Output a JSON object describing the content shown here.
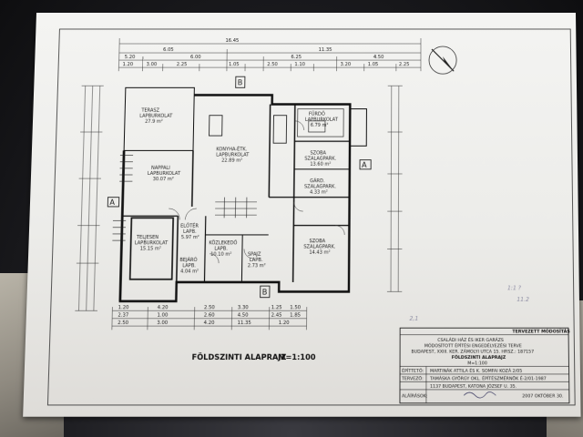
{
  "drawing": {
    "title": "FÖLDSZINTI ALAPRAJZ",
    "scale": "M=1:100",
    "section_marks": [
      "A",
      "A",
      "B",
      "B"
    ],
    "dimensions_top": {
      "overall": "16.45",
      "row_1": [
        "6.05",
        "11.35"
      ],
      "row_2": [
        "5.20",
        "6.00",
        "6.25",
        "4.50"
      ],
      "row_3": [
        "1.20",
        "3.00",
        "2.25",
        "1.05",
        "2.50",
        "1.10",
        "3.20",
        "1.05",
        "2.25"
      ]
    },
    "dimensions_bottom": {
      "row_1": [
        "1.20",
        "4.20",
        "2.50",
        "3.30",
        "1.25",
        "1.50"
      ],
      "row_2": [
        "2.37",
        "1.00",
        "2.60",
        "4.50",
        "2.45",
        "1.85"
      ],
      "row_3": [
        "2.50",
        "3.00",
        "4.20",
        "11.35",
        "1.20"
      ]
    },
    "rooms": [
      {
        "name": "TERASZ",
        "detail": "LAPBURKOLAT",
        "area": "27.9 m²"
      },
      {
        "name": "NAPPALI",
        "detail": "LAPBURKOLAT",
        "area": "30.07 m²"
      },
      {
        "name": "KONYHA-ÉTK.",
        "detail": "LAPBURKOLAT",
        "area": "22.89 m²"
      },
      {
        "name": "FÜRDŐ",
        "detail": "LAPBURKOLAT",
        "area": "6.79 m²"
      },
      {
        "name": "SZOBA",
        "detail": "SZALAGPARK.",
        "area": "13.60 m²"
      },
      {
        "name": "GÁRD.",
        "detail": "SZALAGPARK.",
        "area": "4.33 m²"
      },
      {
        "name": "SZOBA",
        "detail": "SZALAGPARK.",
        "area": "14.43 m²"
      },
      {
        "name": "TELJESEN",
        "detail": "LAPBURKOLAT",
        "area": "15.15 m²"
      },
      {
        "name": "BEJÁRÓ",
        "detail": "LAPB.",
        "area": "4.04 m²"
      },
      {
        "name": "ELŐTÉR",
        "detail": "LAPB.",
        "area": "5.97 m²"
      },
      {
        "name": "KÖZLEKEDŐ",
        "detail": "LAPB.",
        "area": "10.10 m²"
      },
      {
        "name": "SPAJZ",
        "detail": "LAPB.",
        "area": "2.73 m²"
      }
    ]
  },
  "title_block": {
    "header": "TERVEZETT MÓDOSÍTÁS",
    "lines": [
      "CSALÁDI HÁZ ÉS IKER GARÁZS",
      "MÓDOSÍTOTT ÉPÍTÉSI ENGEDÉLYEZÉSI TERVE",
      "BUDAPEST, XXIII. KER. ZÁMOLYI UTCA 15.  HRSZ.: 187157",
      "FÖLDSZINTI ALAPRAJZ",
      "M=1:100"
    ],
    "rows": [
      {
        "label": "ÉPÍTTETŐ:",
        "value": "MARTINÁK ATTILA ÉS K. SOMFAI KOZÁ 2/05"
      },
      {
        "label": "TERVEZŐ:",
        "value": "TAMÁSKA GYÖRGY OKL. ÉPÍTÉSZMÉRNÖK  É-2/01-1987"
      },
      {
        "label": "",
        "value": "1137 BUDAPEST, KATONA JÓZSEF U. 35."
      },
      {
        "label": "ALÁÍRÁSOK:",
        "value": "2007 OKTÓBER 30."
      }
    ]
  },
  "pencil_notes": [
    "1:1 ?",
    "11.2",
    "2,1"
  ]
}
